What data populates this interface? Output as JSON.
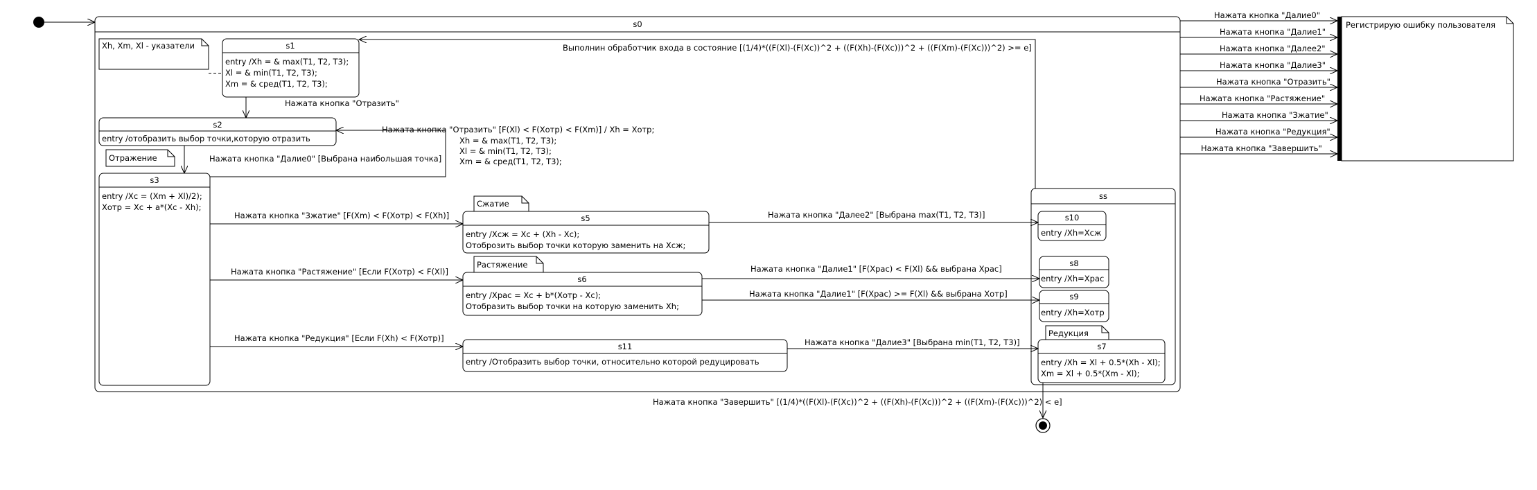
{
  "states": {
    "s0": "s0",
    "s1": {
      "name": "s1",
      "lines": [
        "entry /Xh = & max(T1, T2, T3);",
        "Xl = & min(T1, T2, T3);",
        "Xm = & сред(T1, T2, T3);"
      ]
    },
    "s2": {
      "name": "s2",
      "lines": [
        "entry /отобразить выбор точки,которую отразить"
      ]
    },
    "s3": {
      "name": "s3",
      "lines": [
        "entry /Xc = (Xm + Xl)/2);",
        "Xотр = Xc + a*(Xc - Xh);"
      ]
    },
    "s5": {
      "name": "s5",
      "lines": [
        "entry /Xсж = Xc + (Xh - Xc);",
        "Отоброзить выбор точки которую заменить на Xсж;"
      ]
    },
    "s6": {
      "name": "s6",
      "lines": [
        "entry /Xрас = Xc + b*(Xотр - Xc);",
        "Отобразить выбор точки на которую заменить Xh;"
      ]
    },
    "s11": {
      "name": "s11",
      "lines": [
        "entry /Отобразить выбор точки, относительно которой редуцировать"
      ]
    },
    "ss": "ss",
    "s10": {
      "name": "s10",
      "lines": [
        "entry /Xh=Xсж"
      ]
    },
    "s8": {
      "name": "s8",
      "lines": [
        "entry /Xh=Xрас"
      ]
    },
    "s9": {
      "name": "s9",
      "lines": [
        "entry /Xh=Xотр"
      ]
    },
    "s7": {
      "name": "s7",
      "lines": [
        "entry /Xh = Xl + 0.5*(Xh - Xl);",
        "Xm = Xl + 0.5*(Xm - Xl);"
      ]
    }
  },
  "notes": {
    "pointers": "Xh, Xm, Xl - указатели",
    "error": "Регистрирую ошибку пользователя",
    "otrazhenie": "Отражение",
    "szhatie": "Сжатие",
    "rastyazhenie": "Растяжение",
    "redukciya": "Редукция"
  },
  "transitions": {
    "s1_s2": "Нажата кнопка \"Отразить\"",
    "s2_s3": "Нажата кнопка \"Далие0\" [Выбрана наибольшая точка]",
    "s3_s2": [
      "Нажата кнопка \"Отразить\" [F(Xl) < F(Xотр) < F(Xm)] / Xh = Xотр;",
      "Xh = & max(T1, T2, T3);",
      "Xl = & min(T1, T2, T3);",
      "Xm = & сред(T1, T2, T3);"
    ],
    "s3_s5": "Нажата кнопка \"Зжатие\" [F(Xm) < F(Xотр) < F(Xh)]",
    "s3_s6": "Нажата кнопка \"Растяжение\" [Если F(Xотр) < F(Xl)]",
    "s3_s11": "Нажата кнопка \"Редукция\" [Если F(Xh) < F(Xотр)]",
    "s5_s10": "Нажата кнопка \"Далее2\" [Выбрана max(T1, T2, T3)]",
    "s6_s8": "Нажата кнопка \"Далие1\" [F(Xрас) < F(Xl) && выбрана Xрас]",
    "s6_s9": "Нажата кнопка \"Далие1\" [F(Xрас) >= F(Xl) && выбрана Xотр]",
    "s11_s7": "Нажата кнопка \"Далие3\" [Выбрана min(T1, T2, T3)]",
    "ss_s1": "Выполнин обработчик входа в состояние [(1/4)*((F(Xl)-(F(Xc))^2 + ((F(Xh)-(F(Xc)))^2 + ((F(Xm)-(F(Xc)))^2) >= e]",
    "final": "Нажата кнопка \"Завершить\" [(1/4)*((F(Xl)-(F(Xc))^2 + ((F(Xh)-(F(Xc)))^2 + ((F(Xm)-(F(Xc)))^2) < e]",
    "errors": [
      "Нажата кнопка \"Далие0\"",
      "Нажата кнопка \"Далие1\"",
      "Нажата кнопка \"Далее2\"",
      "Нажата кнопка \"Далие3\"",
      "Нажата кнопка \"Отразить\"",
      "Нажата кнопка \"Растяжение\"",
      "Нажата кнопка \"Зжатие\"",
      "Нажата кнопка \"Редукция\"",
      "Нажата кнопка \"Завершить\""
    ]
  }
}
